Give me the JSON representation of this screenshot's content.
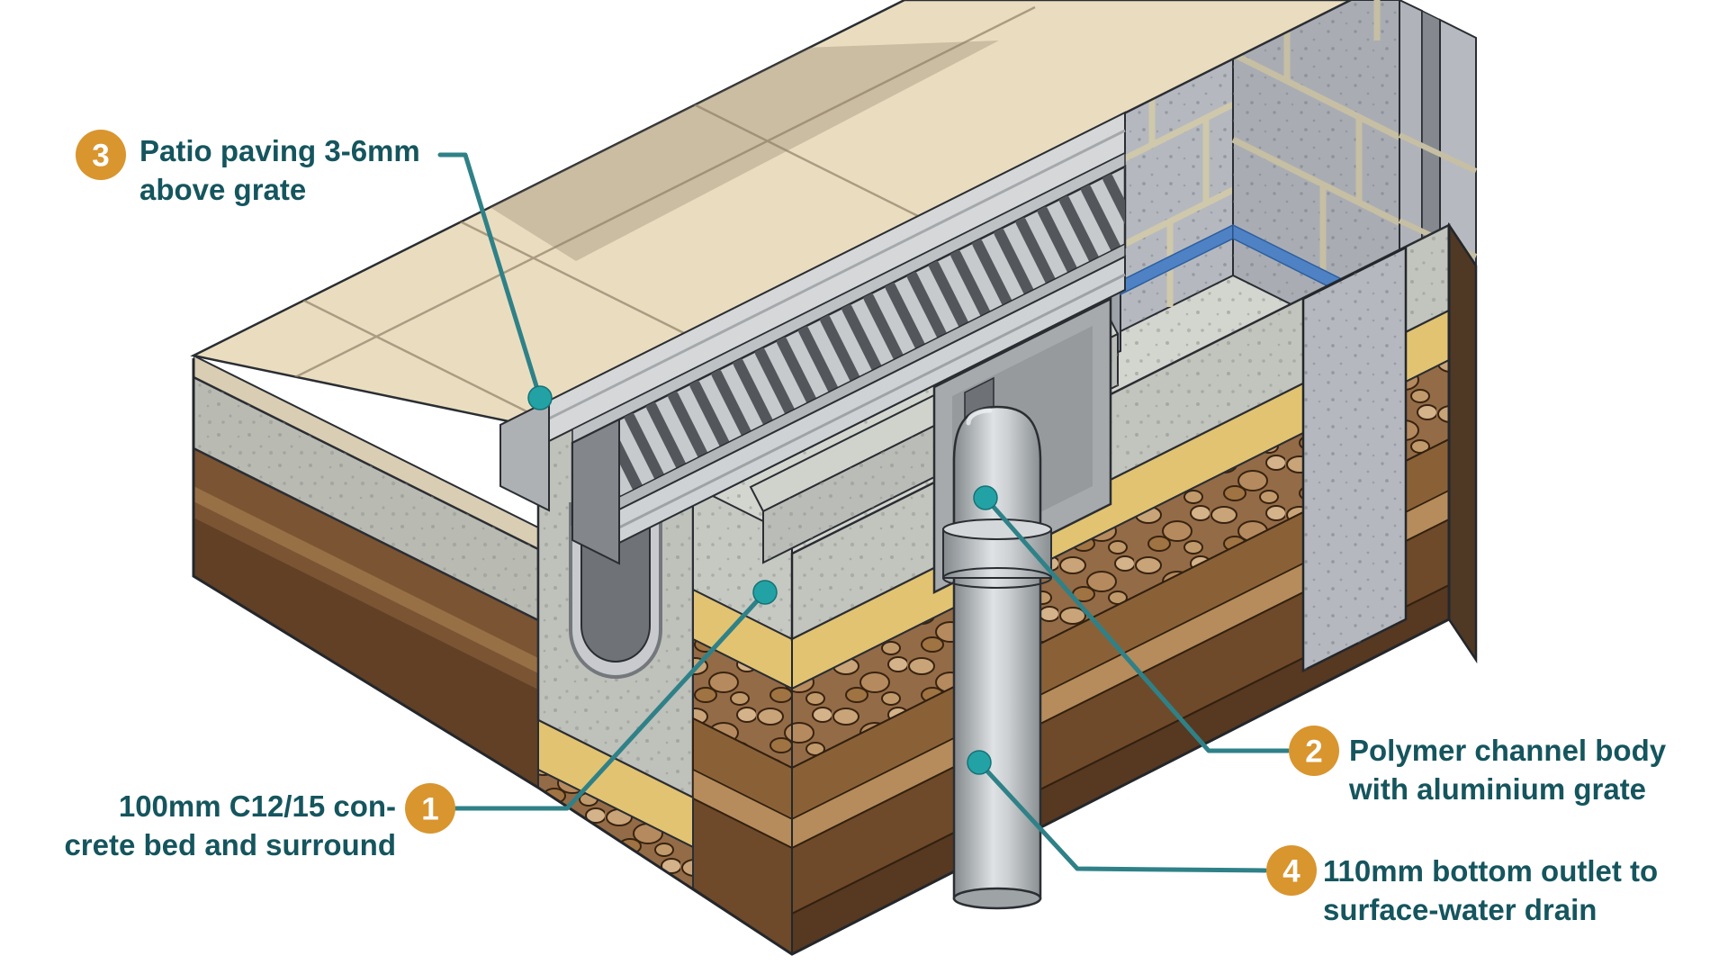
{
  "callouts": {
    "c3": {
      "number": "3",
      "line1": "Patio paving 3-6mm",
      "line2": "above grate"
    },
    "c1": {
      "number": "1",
      "line1": "100mm C12/15 con-",
      "line2": "crete bed and surround"
    },
    "c2": {
      "number": "2",
      "line1": "Polymer channel body",
      "line2": "with aluminium grate"
    },
    "c4": {
      "number": "4",
      "line1": "110mm bottom outlet to",
      "line2": "surface-water drain"
    }
  },
  "colors": {
    "label_text": "#15555E",
    "badge_orange": "#D9952E",
    "leader_teal": "#2F8188",
    "dot_teal": "#23A2A5",
    "dpc_blue": "#4E82C4",
    "paving": "#EADDBF",
    "sand": "#E2C372",
    "concrete": "#CDCFC9",
    "soil": "#7B5433"
  }
}
